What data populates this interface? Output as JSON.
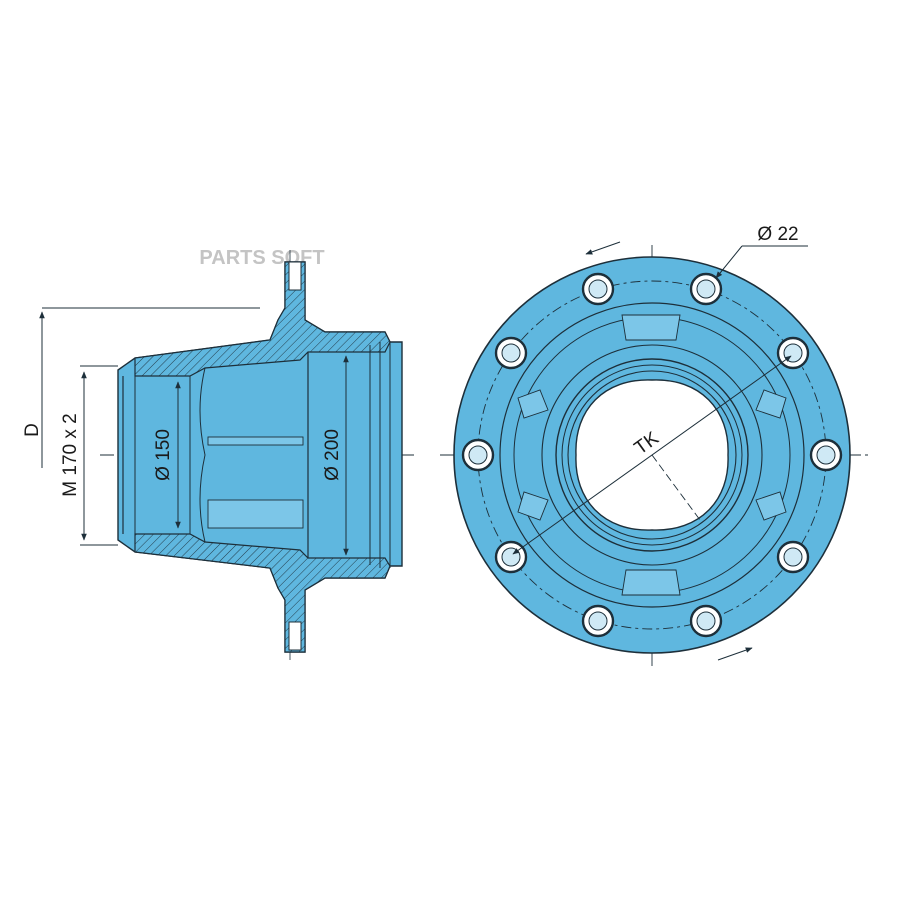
{
  "watermark": "PARTS SOFT",
  "colors": {
    "fill": "#5fb7df",
    "fill_light": "#7cc6e8",
    "line": "#1d2f3a",
    "background": "#ffffff"
  },
  "side_view": {
    "dim_d": "D",
    "dim_thread": "M 170 x 2",
    "dim_bore_small": "Ø 150",
    "dim_bore_large": "Ø 200"
  },
  "front_view": {
    "dim_hole": "Ø 22",
    "dim_pitch_circle": "TK",
    "bolt_hole_count": 10
  }
}
